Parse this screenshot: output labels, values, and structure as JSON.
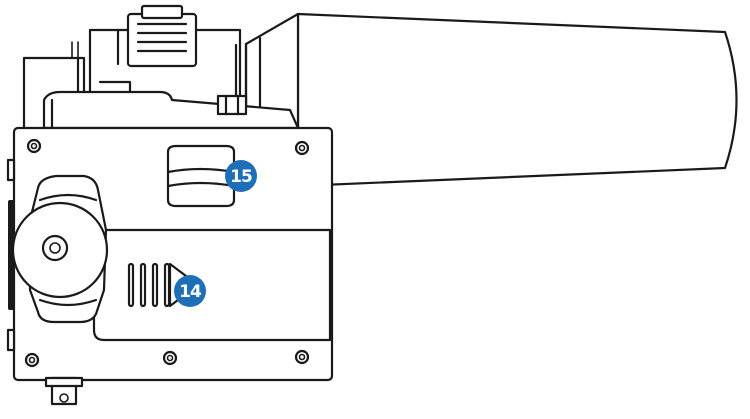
{
  "callouts": [
    {
      "id": "15",
      "label": "15"
    },
    {
      "id": "14",
      "label": "14"
    }
  ],
  "colors": {
    "callout": "#1f6fb8",
    "outline": "#1a1a1a",
    "background": "#ffffff"
  }
}
